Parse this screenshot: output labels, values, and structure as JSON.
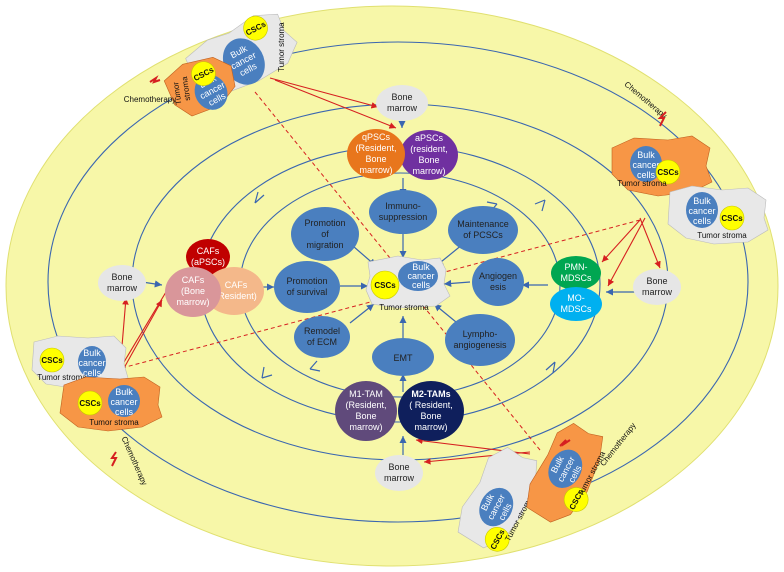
{
  "nodes": {
    "center_bulk": [
      "Bulk",
      "cancer",
      "cells"
    ],
    "center_cscs": "CSCs",
    "center_stroma": "Tumor stroma",
    "immunosuppression": [
      "Immuno-",
      "suppression"
    ],
    "maintenance": [
      "Maintenance",
      "of PCSCs"
    ],
    "migration": [
      "Promotion",
      "of",
      "migration"
    ],
    "survival": [
      "Promotion",
      "of survival"
    ],
    "angiogenesis": [
      "Angiogen",
      "esis"
    ],
    "remodel": [
      "Remodel",
      "of ECM"
    ],
    "emt": "EMT",
    "lympho": [
      "Lympho-",
      "angiogenesis"
    ],
    "qpscs": [
      "qPSCs",
      "(Resident,",
      "Bone",
      "marrow)"
    ],
    "apscs": [
      "aPSCs",
      "(resident,",
      "Bone",
      "marrow)"
    ],
    "cafs_apscs": [
      "CAFs",
      "(aPSCs)"
    ],
    "cafs_bm": [
      "CAFs",
      "(Bone",
      "marrow)"
    ],
    "cafs_res": [
      "CAFs",
      "(Resident)"
    ],
    "pmn": [
      "PMN-",
      "MDSCs"
    ],
    "mo": [
      "MO-",
      "MDSCs"
    ],
    "m1": [
      "M1-TAM",
      "(Resident,",
      "Bone",
      "marrow)"
    ],
    "m2": [
      "M2-TAMs",
      "( Resident,",
      "Bone",
      "marrow)"
    ],
    "bone_marrow": [
      "Bone",
      "marrow"
    ]
  },
  "tumor": {
    "cscs": "CSCs",
    "bulk": [
      "Bulk",
      "cancer",
      "cells"
    ],
    "stroma": "Tumor stroma",
    "stroma_split": [
      "Tumor",
      "stroma"
    ],
    "chemo": "Chemotherapy"
  },
  "colors": {
    "background_ellipse": "#f7f7a8",
    "node_blue": "#4a7fbf",
    "orange_qpscs": "#e8761c",
    "purple_apscs": "#7030a0",
    "cafs_apscs": "#c00000",
    "cafs_bm": "#d9969a",
    "cafs_res": "#f4b88a",
    "pmn": "#00a651",
    "mo": "#00b0f0",
    "m1": "#604a7b",
    "m2": "#0f1f5c",
    "csc_yellow": "#ffff00",
    "stroma_orange": "#f79646",
    "arrow_red": "#d62020",
    "ring_blue": "#3a66b0"
  }
}
